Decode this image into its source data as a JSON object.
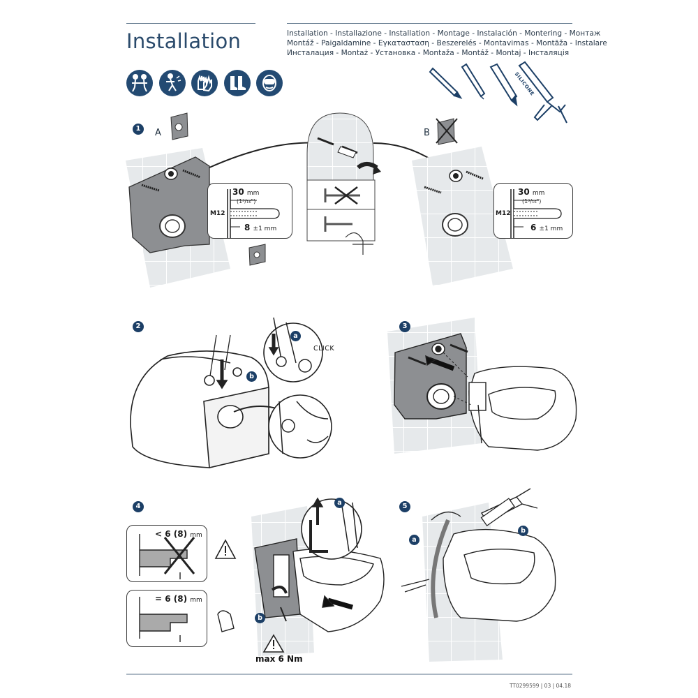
{
  "header": {
    "title": "Installation",
    "languages": [
      "Installation - Installazione - Installation - Montage - Instalación - Montering - Монтаж",
      "Montáž - Paigaldamine - Εγκατασταση - Beszerelés - Montavimas - Montāža - Instalare",
      "Инсталация - Montaż - Установка - Montaža - Montáž - Montaj - Інсталяція"
    ]
  },
  "ppe_icons": [
    "two-person-lift-icon",
    "back-injury-icon",
    "gloves-icon",
    "safety-boots-icon",
    "face-mask-icon"
  ],
  "tools": [
    "marker-pen-icon",
    "drill-icon",
    "utility-knife-icon",
    "silicone-gun-icon"
  ],
  "tool_text": {
    "silicone": "SILICONE"
  },
  "steps": {
    "s1": {
      "number": "1",
      "variant_a": "A",
      "variant_b": "B",
      "box_a": {
        "depth": "30",
        "depth_unit": "mm",
        "depth_inch": "(1³/₁₆\")",
        "thread": "M12",
        "offset": "8",
        "offset_tol": "±1 mm"
      },
      "box_b": {
        "depth": "30",
        "depth_unit": "mm",
        "depth_inch": "(1³/₁₆\")",
        "thread": "M12",
        "offset": "6",
        "offset_tol": "±1 mm"
      }
    },
    "s2": {
      "number": "2",
      "sub_a": "a",
      "sub_b": "b",
      "click": "CLICK"
    },
    "s3": {
      "number": "3"
    },
    "s4": {
      "number": "4",
      "sub_a": "a",
      "sub_b": "b",
      "wrong_gap": "< 6 (8)",
      "right_gap": "= 6 (8)",
      "gap_unit": "mm",
      "torque": "max 6 Nm"
    },
    "s5": {
      "number": "5",
      "sub_a": "a",
      "sub_b": "b"
    }
  },
  "footer": "TT0299599 | 03 | 04.18",
  "colors": {
    "accent": "#1c3f66",
    "line": "#2b2b2b",
    "tile": "#d9dde0"
  }
}
